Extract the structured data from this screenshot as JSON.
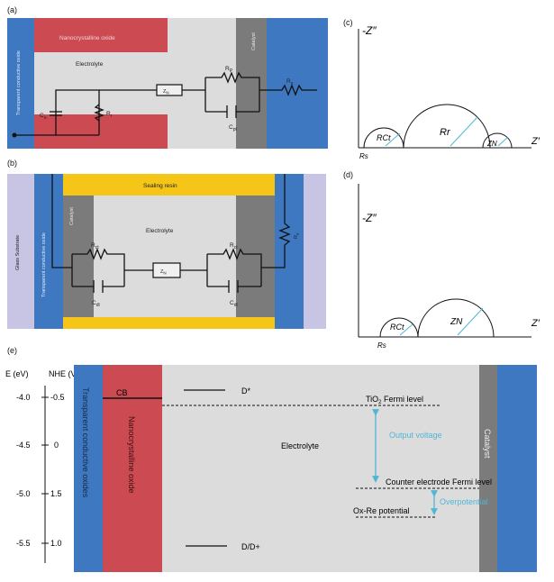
{
  "panel_labels": [
    "(a)",
    "(b)",
    "(c)",
    "(d)",
    "(e)"
  ],
  "a": {
    "nanocrystalline_oxide": "Nanocrystalline oxide",
    "tco": "Transparent conductive oxide",
    "electrolyte": "Electrolyte",
    "catalyst": "Catalyst",
    "zn": "Z",
    "zn_sub": "N",
    "rp": "R",
    "rp_sub": "P",
    "rs": "R",
    "rs_sub": "s",
    "cu": "C",
    "cu_sub": "u",
    "rr": "R",
    "rr_sub": "r",
    "cpt": "C",
    "cpt_sub": "pt"
  },
  "b": {
    "sealing_resin": "Sealing resin",
    "glass_substrate": "Glass Substrate",
    "tco": "Transparent conductive oxide",
    "catalyst": "Catalyst",
    "electrolyte": "Electrolyte",
    "rct1": "R",
    "rct1_sub": "ct",
    "cdl1": "C",
    "cdl1_sub": "dl",
    "zn": "Z",
    "zn_sub": "N",
    "rct2": "R",
    "rct2_sub": "ct",
    "cdl2": "C",
    "cdl2_sub": "dl",
    "rs": "R",
    "rs_sub": "s"
  },
  "c": {
    "axis_y": "-Z″",
    "axis_x": "Z′",
    "origin": "Rs",
    "arc1": "RCt",
    "arc2": "Rr",
    "arc3": "ZN"
  },
  "d": {
    "axis_y": "-Z″",
    "axis_x": "Z′",
    "origin": "Rs",
    "arc1": "RCt",
    "arc2": "ZN"
  },
  "e": {
    "axis_e": "E (eV)",
    "axis_nhe": "NHE (V)",
    "e_ticks": [
      "-4.0",
      "-4.5",
      "-5.0",
      "-5.5"
    ],
    "nhe_ticks": [
      "-0.5",
      "0",
      "1.5",
      "1.0"
    ],
    "tco": "Transparent conductive oxides",
    "nanocrystalline_oxide": "Nanocrystalline oxide",
    "cb": "CB",
    "d_star": "D*",
    "d_dplus": "D/D+",
    "tio2_fermi": "TiO2 Fermi level",
    "tio2_main": "TiO",
    "tio2_sub": "2",
    "tio2_rest": " Fermi level",
    "electrolyte": "Electrolyte",
    "output_voltage": "Output voltage",
    "counter_fermi": "Counter electrode Fermi level",
    "overpotential": "Overpotential",
    "ox_re": "Ox-Re potential",
    "catalyst": "Catalyst"
  },
  "colors": {
    "blue": "#3d78c0",
    "red": "#cc4a52",
    "gray": "#7b7b7b",
    "light_gray": "#dcdcdc",
    "yellow": "#f5c518",
    "lavender": "#c8c4e4",
    "cyan": "#4fb6d6"
  }
}
